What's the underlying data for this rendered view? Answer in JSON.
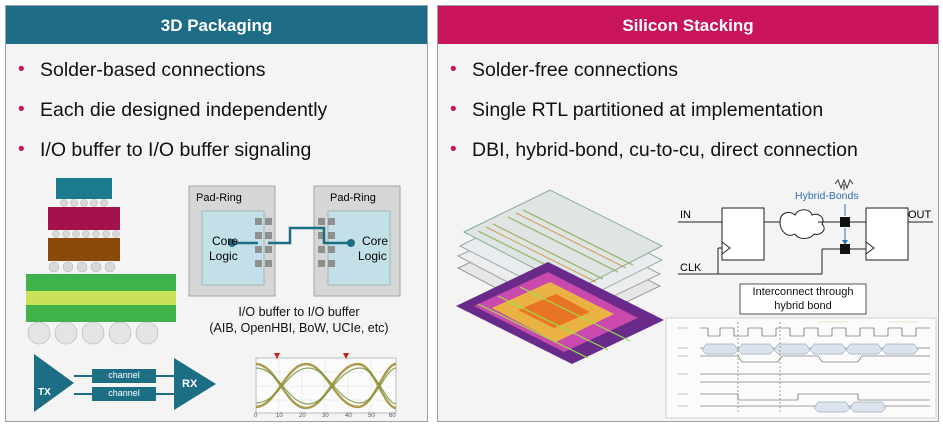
{
  "left_panel": {
    "title": "3D Packaging",
    "bullets": [
      "Solder-based connections",
      "Each die designed independently",
      "I/O buffer to I/O buffer signaling"
    ],
    "padring_left": {
      "label_top": "Pad-Ring",
      "label_core_1": "Core",
      "label_core_2": "Logic"
    },
    "padring_right": {
      "label_top": "Pad-Ring",
      "label_core_1": "Core",
      "label_core_2": "Logic"
    },
    "io_caption_1": "I/O buffer to I/O buffer",
    "io_caption_2": "(AIB, OpenHBI, BoW, UCIe, etc)",
    "tx_label": "TX",
    "rx_label": "RX",
    "channel_labels": [
      "channel",
      "channel"
    ],
    "eye_tick_labels": [
      "0",
      "10",
      "20",
      "30",
      "40",
      "50",
      "60"
    ],
    "colors": {
      "header": "#1e6c86",
      "die_top": "#1b7a8c",
      "die_mid": "#a3124a",
      "die_bot": "#8a4b0a",
      "substrate": "#3fb24a",
      "substrate_band": "#c9e25a",
      "arrow": "#1c6e84"
    }
  },
  "right_panel": {
    "title": "Silicon Stacking",
    "bullets": [
      "Solder-free connections",
      "Single RTL partitioned at implementation",
      "DBI, hybrid-bond, cu-to-cu, direct connection"
    ],
    "hybrid_bonds_label": "Hybrid-Bonds",
    "in_label": "IN",
    "out_label": "OUT",
    "clk_label": "CLK",
    "interconnect_caption_1": "Interconnect through",
    "interconnect_caption_2": "hybrid bond",
    "colors": {
      "header": "#c9135b",
      "bullet": "#c9135b",
      "bond_label": "#2a6fb5"
    }
  }
}
